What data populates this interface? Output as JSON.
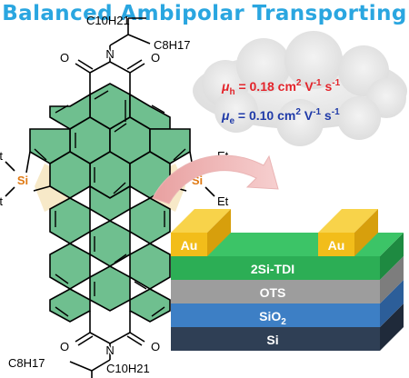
{
  "title": "Balanced Ambipolar Transporting",
  "molecule": {
    "oxygen": "O",
    "nitrogen": "N",
    "silicon": "Si",
    "ethyl": "Et",
    "chain_top_a": "C10H21",
    "chain_top_b": "C8H17",
    "chain_bottom_a": "C8H17",
    "chain_bottom_b": "C10H21"
  },
  "mobility": {
    "hole": {
      "symbol": "μ",
      "sub": "h",
      "text": " = 0.18 cm",
      "sup1": "2",
      "v": " V",
      "sup2": "-1",
      "s": " s",
      "sup3": "-1"
    },
    "electron": {
      "symbol": "μ",
      "sub": "e",
      "text": " = 0.10 cm",
      "sup1": "2",
      "v": " V",
      "sup2": "-1",
      "s": " s",
      "sup3": "-1"
    }
  },
  "device": {
    "electrode_left": "Au",
    "electrode_right": "Au",
    "layers": [
      "2Si-TDI",
      "OTS",
      "SiO2",
      "Si"
    ],
    "sio2_main": "SiO",
    "sio2_sub": "2"
  },
  "colors": {
    "title": "#2aa6e0",
    "core_fill": "#6fbf8f",
    "si_fill": "#f7e9c8",
    "hole_color": "#e3242b",
    "electron_color": "#1f3aa8",
    "gold": "#f2bd1a",
    "semiconductor": "#2cae55",
    "ots": "#9d9d9d",
    "sio2": "#3d7fc5",
    "si": "#2f3f55"
  }
}
